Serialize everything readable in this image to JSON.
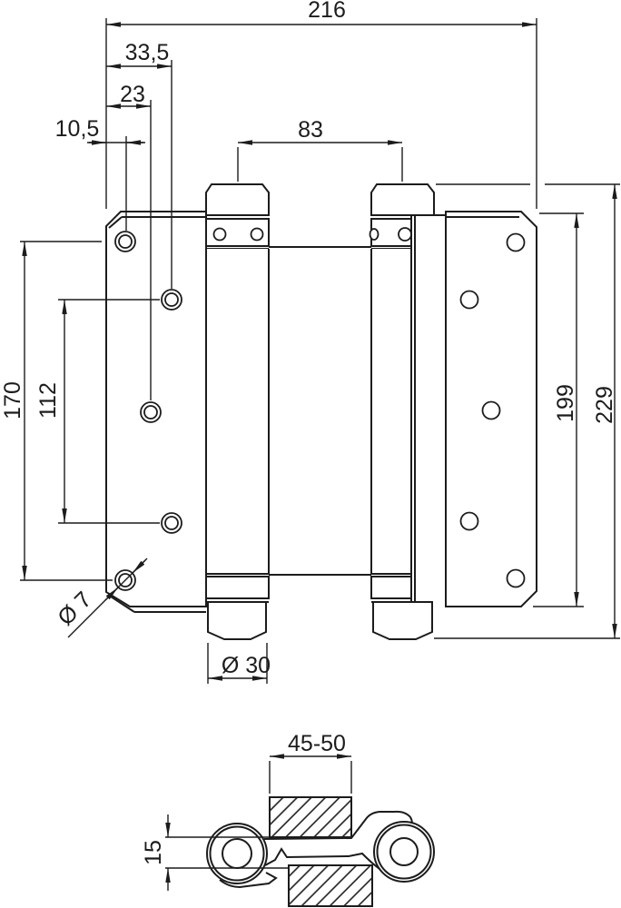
{
  "dimensions": {
    "overall_width": "216",
    "hole_offset_outer": "33,5",
    "hole_offset_mid": "23",
    "hole_offset_inner": "10,5",
    "barrel_spacing": "83",
    "hole_span_outer": "170",
    "hole_span_inner": "112",
    "leaf_height": "199",
    "overall_height": "229",
    "screw_hole_diameter": "Ø 7",
    "barrel_diameter": "Ø 30",
    "door_thickness_range": "45-50",
    "section_offset": "15"
  },
  "style": {
    "line_color": "#1c1c1c",
    "background": "#ffffff"
  }
}
